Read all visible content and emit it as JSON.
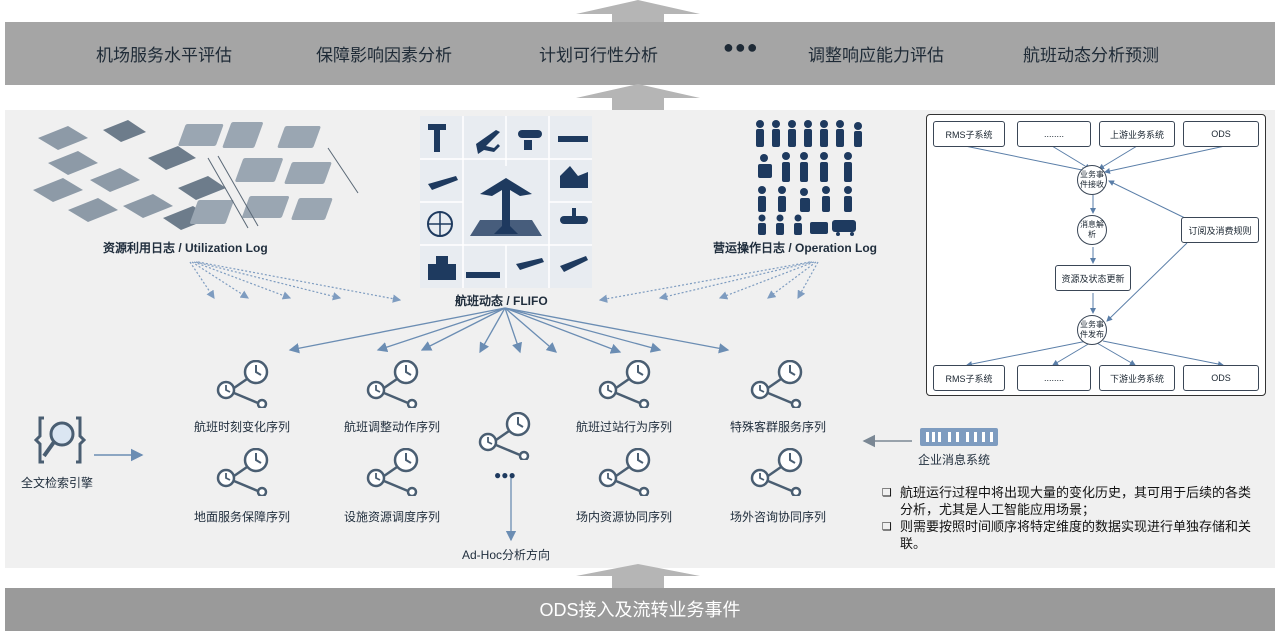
{
  "top_bar": {
    "items": [
      "机场服务水平评估",
      "保障影响因素分析",
      "计划可行性分析",
      "调整响应能力评估",
      "航班动态分析预测"
    ],
    "ellipsis": "●●●"
  },
  "sources": {
    "utilization": "资源利用日志 / Utilization Log",
    "flifo": "航班动态 / FLIFO",
    "operation": "营运操作日志 / Operation Log"
  },
  "sequences": [
    "航班时刻变化序列",
    "航班调整动作序列",
    "航班过站行为序列",
    "特殊客群服务序列",
    "地面服务保障序列",
    "设施资源调度序列",
    "场内资源协同序列",
    "场外咨询协同序列"
  ],
  "middle_dots": "●●●",
  "adhoc": "Ad-Hoc分析方向",
  "search_engine": "全文检索引擎",
  "messaging": "企业消息系统",
  "right_panel": {
    "top_row": [
      "RMS子系统",
      "........",
      "上游业务系统",
      "ODS"
    ],
    "bottom_row": [
      "RMS子系统",
      "........",
      "下游业务系统",
      "ODS"
    ],
    "receive": "业务事件接收",
    "parse": "消息解析",
    "update": "资源及状态更新",
    "publish": "业务事件发布",
    "subscribe": "订阅及消费规则"
  },
  "notes": [
    "航班运行过程中将出现大量的变化历史，其可用于后续的各类分析，尤其是人工智能应用场景；",
    "则需要按照时间顺序将特定维度的数据实现进行单独存储和关联。"
  ],
  "note_marker": "❑",
  "bottom_bar": {
    "title": "ODS接入及流转业务事件"
  },
  "colors": {
    "bar_top": "#a5a5a5",
    "bar_bottom": "#9a9a9a",
    "panel": "#f0f0f0",
    "accent_blue": "#5a7ea8",
    "icon_dark": "#4a5e72",
    "navy": "#1e3a5f"
  }
}
